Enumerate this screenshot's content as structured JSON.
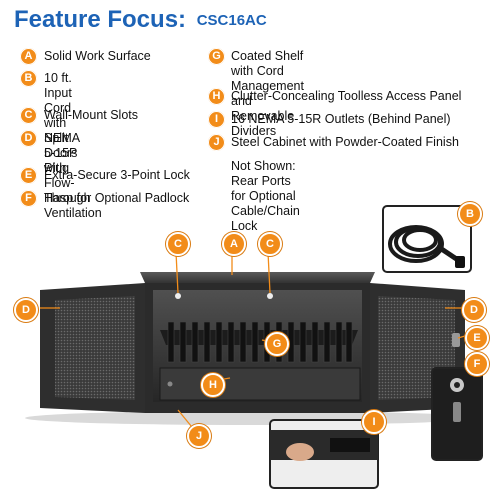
{
  "header": {
    "title": "Feature Focus:",
    "model": "CSC16AC"
  },
  "features_left": [
    {
      "letter": "A",
      "text": "Solid Work Surface"
    },
    {
      "letter": "B",
      "text": "10 ft. Input Cord with\nNEMA 5-15P Plug"
    },
    {
      "letter": "C",
      "text": "Wall-Mount Slots"
    },
    {
      "letter": "D",
      "text": "Split Doors with\nFlow-Through Ventilation"
    },
    {
      "letter": "E",
      "text": "Extra-Secure 3-Point Lock"
    },
    {
      "letter": "F",
      "text": "Hasp for Optional Padlock"
    }
  ],
  "features_right": [
    {
      "letter": "G",
      "text": "Coated Shelf with Cord Management and\nRemovable Dividers"
    },
    {
      "letter": "H",
      "text": "Clutter-Concealing Toolless Access Panel"
    },
    {
      "letter": "I",
      "text": "16 NEMA 5-15R Outlets (Behind Panel)"
    },
    {
      "letter": "J",
      "text": "Steel Cabinet with Powder-Coated Finish"
    },
    {
      "letter": "",
      "text": "Not Shown: Rear Ports for Optional\nCable/Chain Lock"
    }
  ],
  "callouts": {
    "A": "A",
    "B": "B",
    "C": "C",
    "D": "D",
    "E": "E",
    "F": "F",
    "G": "G",
    "H": "H",
    "I": "I",
    "J": "J"
  },
  "colors": {
    "title_blue": "#1d63b6",
    "badge_orange": "#f28c19",
    "cabinet_dark": "#2b2b2b"
  }
}
